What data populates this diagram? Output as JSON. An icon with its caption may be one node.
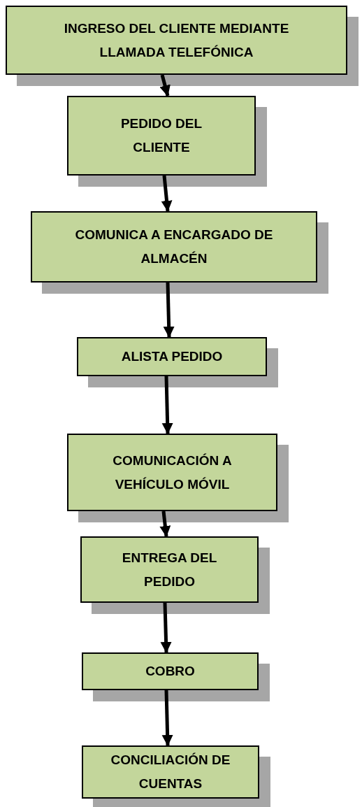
{
  "diagram": {
    "nodes": [
      {
        "text": [
          "INGRESO DEL CLIENTE MEDIANTE LLAMADA TELEFÓNICA"
        ]
      },
      {
        "text": [
          "PEDIDO DEL CLIENTE"
        ]
      },
      {
        "text": [
          "COMUNICA A ENCARGADO DE ALMACÉN"
        ]
      },
      {
        "text": [
          "ALISTA PEDIDO"
        ]
      },
      {
        "text": [
          "COMUNICACIÓN A VEHÍCULO MÓVIL"
        ]
      },
      {
        "text": [
          "ENTREGA DEL PEDIDO"
        ]
      },
      {
        "text": [
          "COBRO"
        ]
      },
      {
        "text": [
          "CONCILIACIÓN DE CUENTAS"
        ]
      }
    ],
    "edges": [
      {
        "from": 0,
        "to": 1,
        "arrow": "to"
      },
      {
        "from": 1,
        "to": 2,
        "arrow": "to"
      },
      {
        "from": 2,
        "to": 3,
        "arrow": "to"
      },
      {
        "from": 3,
        "to": 4,
        "arrow": "to"
      },
      {
        "from": 4,
        "to": 5,
        "arrow": "to"
      },
      {
        "from": 5,
        "to": 6,
        "arrow": "to"
      },
      {
        "from": 6,
        "to": 7,
        "arrow": "to"
      }
    ]
  }
}
